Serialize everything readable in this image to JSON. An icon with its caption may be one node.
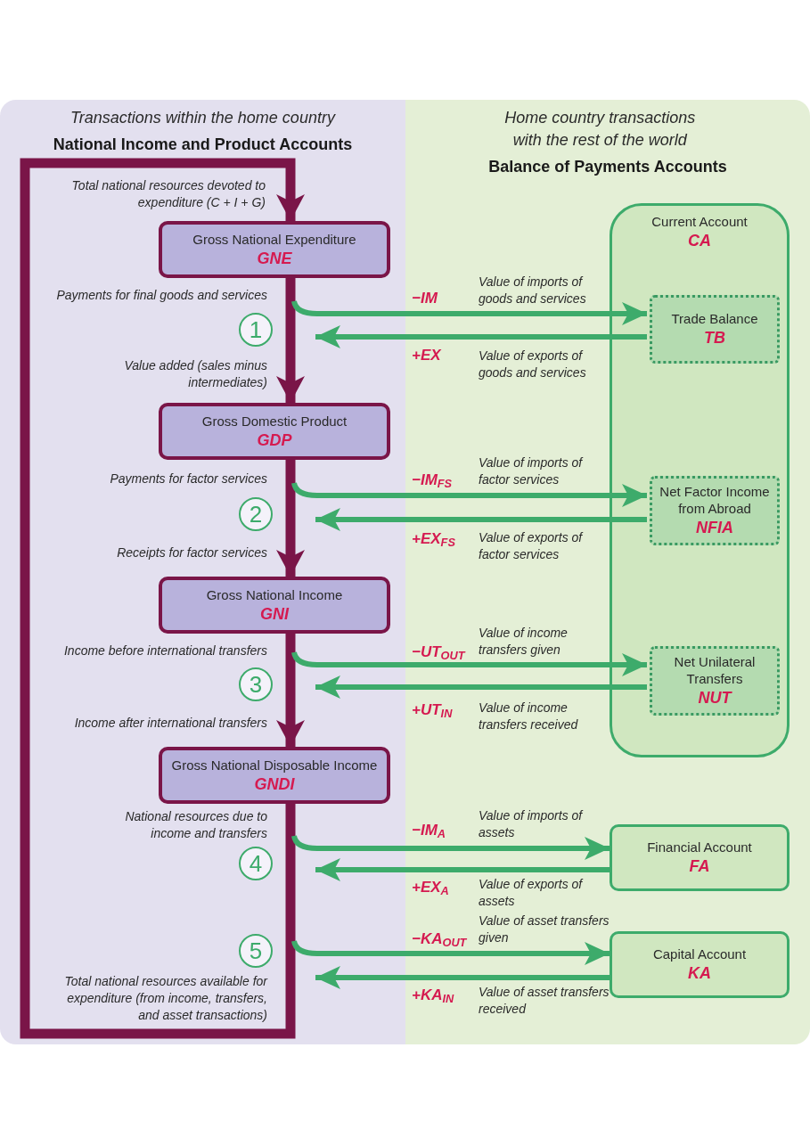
{
  "diagram": {
    "nodes": [
      {
        "text": [
          "Transactions within the home country",
          "National Income and Product Accounts"
        ]
      },
      {
        "text": [
          "Home country transactions with the rest of the world",
          "Balance of Payments Accounts"
        ]
      },
      {
        "text": [
          "Gross National Expenditure",
          "GNE"
        ],
        "in": 0
      },
      {
        "text": [
          "Gross Domestic Product",
          "GDP"
        ],
        "in": 0
      },
      {
        "text": [
          "Gross National Income",
          "GNI"
        ],
        "in": 0
      },
      {
        "text": [
          "Gross National Disposable Income",
          "GNDI"
        ],
        "in": 0
      },
      {
        "text": [
          "Current Account",
          "CA"
        ],
        "in": 1
      },
      {
        "text": [
          "Trade Balance",
          "TB"
        ],
        "in": 6
      },
      {
        "text": [
          "Net Factor Income from Abroad",
          "NFIA"
        ],
        "in": 6
      },
      {
        "text": [
          "Net Unilateral Transfers",
          "NUT"
        ],
        "in": 6
      },
      {
        "text": [
          "Financial Account",
          "FA"
        ],
        "in": 1
      },
      {
        "text": [
          "Capital Account",
          "KA"
        ],
        "in": 1
      },
      {
        "text": [
          "1"
        ],
        "in": 0
      },
      {
        "text": [
          "2"
        ],
        "in": 0
      },
      {
        "text": [
          "3"
        ],
        "in": 0
      },
      {
        "text": [
          "4"
        ],
        "in": 0
      },
      {
        "text": [
          "5"
        ],
        "in": 0
      }
    ],
    "edges": [
      {
        "from": 2,
        "to": 3,
        "arrow": "to",
        "style": "thick",
        "color": "#7a1548"
      },
      {
        "from": 3,
        "to": 4,
        "arrow": "to",
        "style": "thick",
        "color": "#7a1548"
      },
      {
        "from": 4,
        "to": 5,
        "arrow": "to",
        "style": "thick",
        "color": "#7a1548"
      },
      {
        "from": 5,
        "to": 2,
        "arrow": "to",
        "style": "thick",
        "color": "#7a1548"
      },
      {
        "from": null,
        "to": 7,
        "arrow": "to",
        "label": "−IM"
      },
      {
        "from": 7,
        "to": null,
        "arrow": "to",
        "label": "+EX"
      },
      {
        "from": null,
        "to": 8,
        "arrow": "to",
        "label": "−IM$_{FS}$"
      },
      {
        "from": 8,
        "to": null,
        "arrow": "to",
        "label": "+EX$_{FS}$"
      },
      {
        "from": null,
        "to": 9,
        "arrow": "to",
        "label": "−UT$_{OUT}$"
      },
      {
        "from": 9,
        "to": null,
        "arrow": "to",
        "label": "+UT$_{IN}$"
      },
      {
        "from": null,
        "to": 10,
        "arrow": "to",
        "label": "−IM$_{A}$"
      },
      {
        "from": 10,
        "to": null,
        "arrow": "to",
        "label": "+EX$_{A}$"
      },
      {
        "from": null,
        "to": 11,
        "arrow": "to",
        "label": "−KA$_{OUT}$"
      },
      {
        "from": 11,
        "to": null,
        "arrow": "to",
        "label": "+KA$_{IN}$"
      }
    ],
    "labels": [
      "Total national resources devoted to expenditure (C + I + G)",
      "Payments for final goods and services",
      "Value of imports of goods and services",
      "Value added (sales minus intermediates)",
      "Value of exports of goods and services",
      "Payments for factor services",
      "Value of imports of factor services",
      "Receipts for factor services",
      "Value of exports of factor services",
      "Income before international transfers",
      "Value of income transfers given",
      "Income after international transfers",
      "Value of income transfers received",
      "National resources due to income and transfers",
      "Value of imports of assets",
      "Value of exports of assets",
      "Value of asset transfers given",
      "Total national resources available for expenditure (from income, transfers, and asset transactions)",
      "Value of asset transfers received"
    ]
  }
}
